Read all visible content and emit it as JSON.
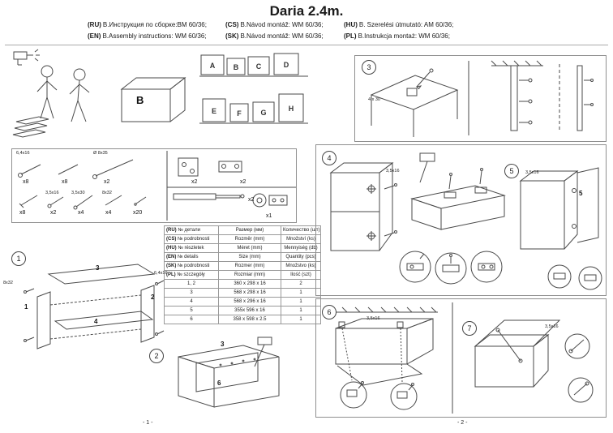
{
  "title": "Daria 2.4m.",
  "languages": {
    "row1": [
      {
        "code": "(RU)",
        "text": "В.Инструкция по сборке:ВМ 60/36;"
      },
      {
        "code": "(CS)",
        "text": "B.Návod montáž: WM 60/36;"
      },
      {
        "code": "(HU)",
        "text": "B. Szerelési útmutató: AM 60/36;"
      }
    ],
    "row2": [
      {
        "code": "(EN)",
        "text": "B.Assembly instructions: WM 60/36;"
      },
      {
        "code": "(SK)",
        "text": "B.Návod montáž: WM 60/36;"
      },
      {
        "code": "(PL)",
        "text": "B.Instrukcja montaż: WM 60/36;"
      }
    ]
  },
  "intro": {
    "main_cabinet_label": "B",
    "lineup_labels": [
      "A",
      "B",
      "C",
      "D",
      "E",
      "F",
      "G",
      "H"
    ]
  },
  "hardware": {
    "items": [
      {
        "label": "6,4x16",
        "qty": "x8"
      },
      {
        "label": "",
        "qty": "x8"
      },
      {
        "label": "Ø 8x35",
        "qty": "x2"
      },
      {
        "label": "",
        "qty": "x8"
      },
      {
        "label": "3,5x16",
        "qty": "x2"
      },
      {
        "label": "3,5x30",
        "qty": "x4"
      },
      {
        "label": "8x32",
        "qty": "x4"
      },
      {
        "label": "",
        "qty": "x20"
      }
    ],
    "fittings": [
      {
        "qty": "x2"
      },
      {
        "qty": "x2"
      },
      {
        "qty": "x2"
      },
      {
        "qty": "x1"
      }
    ]
  },
  "parts_table": {
    "header_rows": [
      {
        "code": "(RU)",
        "name": "№ детали",
        "size": "Размер (мм)",
        "qty": "Количество (шт)"
      },
      {
        "code": "(CS)",
        "name": "№ podrobnosti",
        "size": "Rozměr (mm)",
        "qty": "Množství (ks)"
      },
      {
        "code": "(HU)",
        "name": "№ részletek",
        "size": "Méret (mm)",
        "qty": "Mennyiség (db)"
      },
      {
        "code": "(EN)",
        "name": "№ details",
        "size": "Size (mm)",
        "qty": "Quantity (pcs)"
      },
      {
        "code": "(SK)",
        "name": "№ podrobnosti",
        "size": "Rozmer (mm)",
        "qty": "Množstvo (ks)"
      },
      {
        "code": "(PL)",
        "name": "№ szczegóły",
        "size": "Rozmiar (mm)",
        "qty": "Ilość (szt)"
      }
    ],
    "rows": [
      {
        "no": "1, 2",
        "size": "360 x 298 x 16",
        "qty": "2"
      },
      {
        "no": "3",
        "size": "568 x 298 x 16",
        "qty": "1"
      },
      {
        "no": "4",
        "size": "568 x 296 x 16",
        "qty": "1"
      },
      {
        "no": "5",
        "size": "355x 596 x 16",
        "qty": "1"
      },
      {
        "no": "6",
        "size": "358 x 598 x 2.5",
        "qty": "1"
      }
    ]
  },
  "steps": {
    "s1": {
      "num": "1",
      "part1": "1",
      "part2": "2",
      "part3": "3",
      "part4": "4",
      "screw_left": "8x32",
      "screw_right": "6,4x16"
    },
    "s2": {
      "num": "2",
      "part3": "3",
      "part6": "6"
    },
    "s3": {
      "num": "3",
      "screw": "4 x 30"
    },
    "s4": {
      "num": "4",
      "screw": "3,5x16"
    },
    "s5": {
      "num": "5",
      "part5": "5",
      "screw": "3,5x16"
    },
    "s6": {
      "num": "6",
      "screw": "3,5x16"
    },
    "s7": {
      "num": "7",
      "screw": "3,5x16"
    }
  },
  "footer": {
    "page1": "- 1 -",
    "page2": "- 2 -"
  }
}
